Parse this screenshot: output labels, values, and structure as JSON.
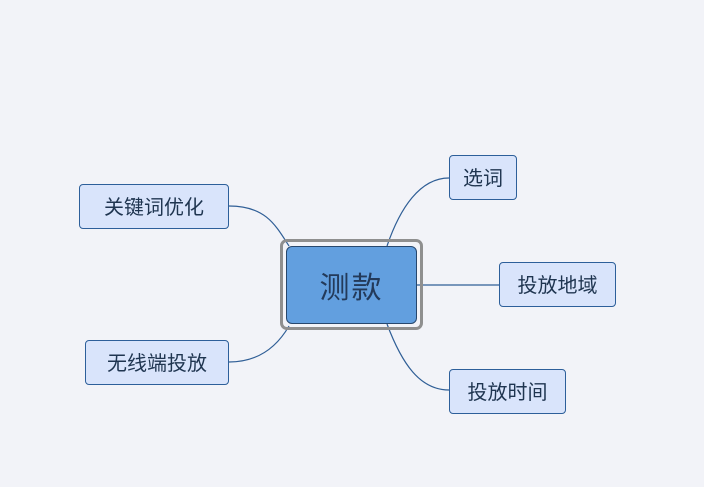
{
  "central": {
    "label": "测款"
  },
  "branches": {
    "keyword_opt": "关键词优化",
    "wireless": "无线端投放",
    "select_words": "选词",
    "region": "投放地域",
    "time": "投放时间"
  },
  "colors": {
    "background": "#f2f3f8",
    "central_fill": "#629fdf",
    "node_fill": "#d9e4fb",
    "node_border": "#2d5f9a",
    "link": "#2f5e96",
    "outline": "#8f8f8f"
  }
}
